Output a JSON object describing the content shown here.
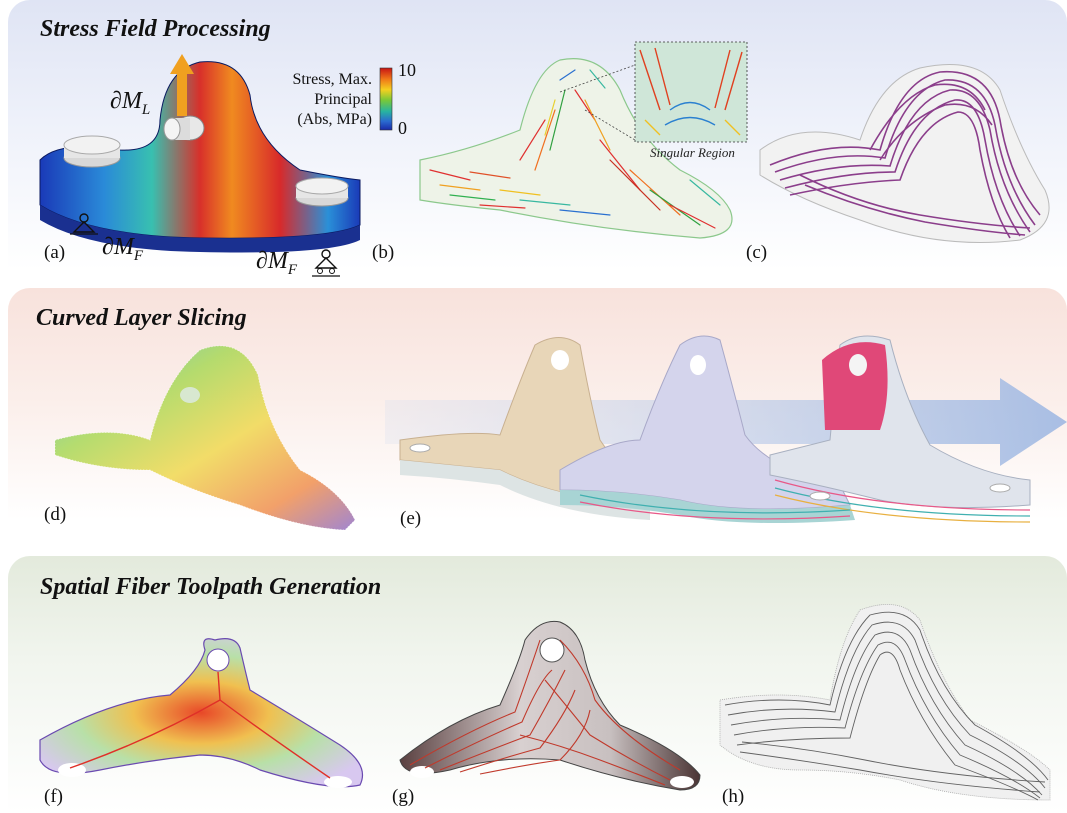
{
  "sections": {
    "stress": {
      "title": "Stress Field Processing"
    },
    "slicing": {
      "title": "Curved Layer Slicing"
    },
    "fiber": {
      "title": "Spatial Fiber Toolpath Generation"
    }
  },
  "panels": {
    "a": "(a)",
    "b": "(b)",
    "c": "(c)",
    "d": "(d)",
    "e": "(e)",
    "f": "(f)",
    "g": "(g)",
    "h": "(h)"
  },
  "annotations": {
    "load_boundary": "∂M",
    "load_subscript": "L",
    "fixed_boundary_left": "∂M",
    "fixed_boundary_right": "∂M",
    "fixed_subscript": "F",
    "singular_region": "Singular Region"
  },
  "legend": {
    "label_line1": "Stress, Max.",
    "label_line2": "Principal",
    "label_line3": "(Abs, MPa)",
    "max_tick": "10",
    "min_tick": "0",
    "colors": [
      "#c81414",
      "#f07818",
      "#f4d020",
      "#78c838",
      "#28b4a0",
      "#2a6ad0",
      "#1a2aa8"
    ]
  },
  "colors": {
    "streamline_purple": "#7a1f7a",
    "arrow_blue": "#a9c0e6",
    "toolpath_red": "#c0392b"
  }
}
